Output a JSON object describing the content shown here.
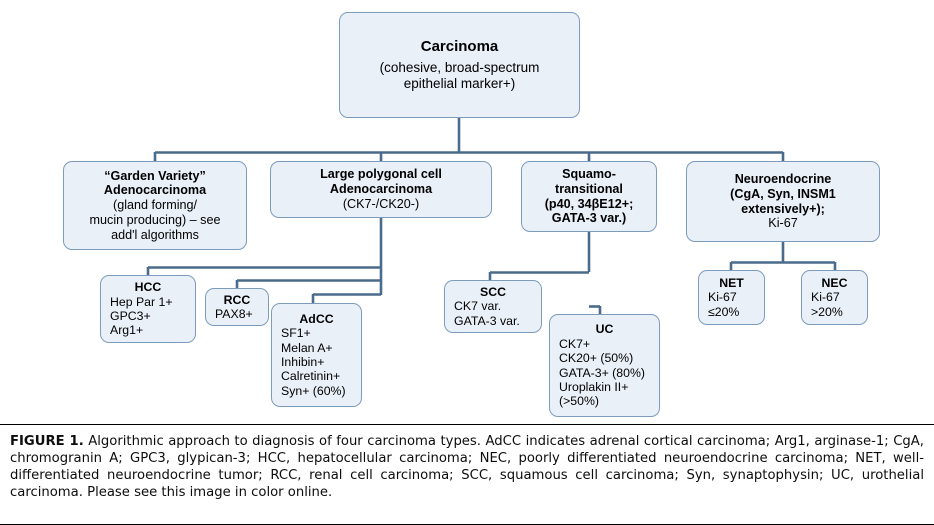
{
  "figure": {
    "label": "FIGURE 1.",
    "caption": " Algorithmic approach to diagnosis of four carcinoma types. AdCC indicates adrenal cortical carcinoma; Arg1, arginase-1; CgA, chromogranin A; GPC3, glypican-3; HCC, hepatocellular carcinoma; NEC, poorly differentiated neuroendocrine carcinoma; NET, well-differentiated neuroendocrine tumor; RCC, renal cell carcinoma; SCC, squamous cell carcinoma; Syn, synaptophysin; UC, urothelial carcinoma. Please see this image in color online."
  },
  "colors": {
    "node_fill": "#eaf0f8",
    "node_border": "#7d9cbd",
    "connector": "#4a6c8c",
    "text": "#000000",
    "page_background": "#ffffff"
  },
  "diagram": {
    "type": "flowchart",
    "orientation": "top-down",
    "levels": 3,
    "root": {
      "id": "carcinoma",
      "title": "Carcinoma",
      "lines": [
        "(cohesive, broad-spectrum",
        "epithelial marker+)"
      ]
    },
    "level2": [
      {
        "id": "garden-variety-adenocarcinoma",
        "title_lines": [
          "“Garden Variety”",
          "Adenocarcinoma"
        ],
        "lines": [
          "(gland forming/",
          "mucin producing) – see",
          "add'l algorithms"
        ]
      },
      {
        "id": "large-polygonal-cell-adenocarcinoma",
        "title_lines": [
          "Large polygonal cell",
          "Adenocarcinoma"
        ],
        "lines": [
          "(CK7-/CK20-)"
        ]
      },
      {
        "id": "squamo-transitional",
        "title_lines": [
          "Squamo-",
          "transitional",
          "(p40, 34βE12+;",
          "GATA-3 var.)"
        ],
        "lines": []
      },
      {
        "id": "neuroendocrine",
        "title_lines": [
          "Neuroendocrine",
          "(CgA, Syn, INSM1",
          "extensively+);"
        ],
        "lines": [
          "Ki-67"
        ]
      }
    ],
    "level3": [
      {
        "id": "hcc",
        "parent": "large-polygonal-cell-adenocarcinoma",
        "title": "HCC",
        "lines": [
          "Hep Par 1+",
          "GPC3+",
          "Arg1+"
        ]
      },
      {
        "id": "rcc",
        "parent": "large-polygonal-cell-adenocarcinoma",
        "title": "RCC",
        "lines": [
          "PAX8+"
        ]
      },
      {
        "id": "adcc",
        "parent": "large-polygonal-cell-adenocarcinoma",
        "title": "AdCC",
        "lines": [
          "SF1+",
          "Melan A+",
          "Inhibin+",
          "Calretinin+",
          "Syn+ (60%)"
        ]
      },
      {
        "id": "scc",
        "parent": "squamo-transitional",
        "title": "SCC",
        "lines": [
          "CK7 var.",
          "GATA-3 var."
        ]
      },
      {
        "id": "uc",
        "parent": "squamo-transitional",
        "title": "UC",
        "lines": [
          "CK7+",
          "CK20+ (50%)",
          "GATA-3+ (80%)",
          "Uroplakin II+",
          "(>50%)"
        ]
      },
      {
        "id": "net",
        "parent": "neuroendocrine",
        "title": "NET",
        "lines": [
          "Ki-67",
          "≤20%"
        ]
      },
      {
        "id": "nec",
        "parent": "neuroendocrine",
        "title": "NEC",
        "lines": [
          "Ki-67",
          ">20%"
        ]
      }
    ]
  }
}
